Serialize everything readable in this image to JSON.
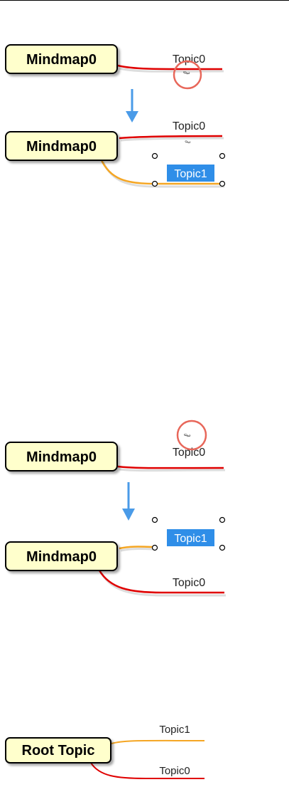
{
  "step1": {
    "before": {
      "root": "Mindmap0",
      "topic": "Topic0"
    },
    "after": {
      "root": "Mindmap0",
      "topic_top": "Topic0",
      "topic_new": "Topic1"
    }
  },
  "step2": {
    "before": {
      "root": "Mindmap0",
      "topic": "Topic0"
    },
    "after": {
      "root": "Mindmap0",
      "topic_new": "Topic1",
      "topic_bottom": "Topic0"
    }
  },
  "final": {
    "root": "Root Topic",
    "topic_top": "Topic1",
    "topic_bottom": "Topic0"
  },
  "colors": {
    "root_fill": "#ffffcc",
    "branch_red": "#e00000",
    "branch_orange": "#f5a623",
    "selection": "#2f8ee8",
    "arrow": "#4a9be8",
    "highlight_circle": "#e8675a"
  }
}
